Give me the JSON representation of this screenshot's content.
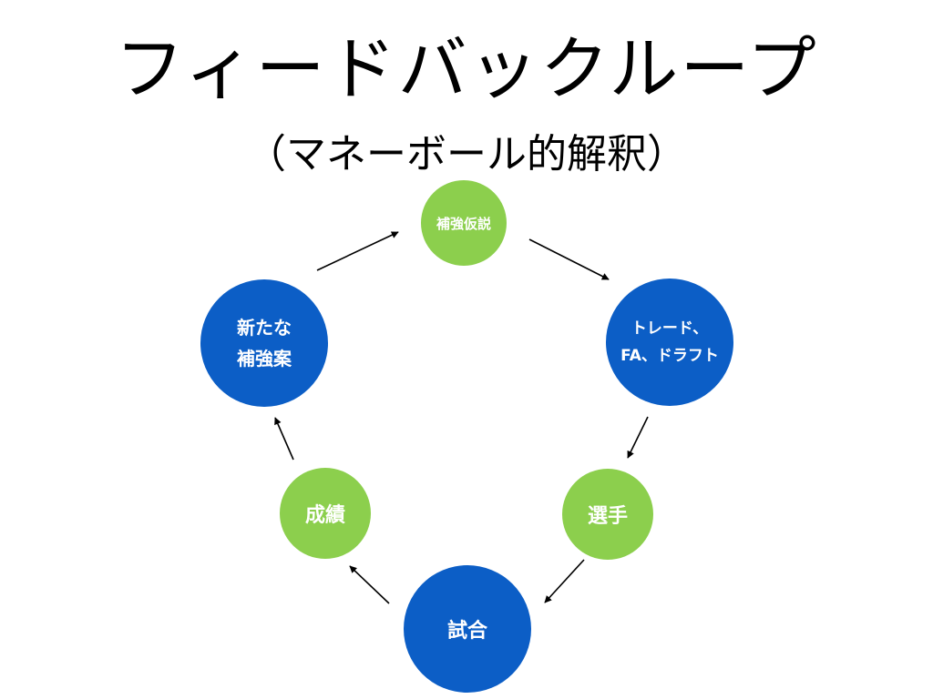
{
  "slide": {
    "title": "フィードバックループ",
    "subtitle": "（マネーボール的解釈）"
  },
  "nodes": {
    "hypothesis": {
      "label": "補強仮説",
      "color": "#8ccf4d"
    },
    "trade": {
      "label": "トレード、\nFA、ドラフト",
      "color": "#0c5ec6"
    },
    "player": {
      "label": "選手",
      "color": "#8ccf4d"
    },
    "game": {
      "label": "試合",
      "color": "#0c5ec6"
    },
    "result": {
      "label": "成績",
      "color": "#8ccf4d"
    },
    "new_plan": {
      "label": "新たな\n補強案",
      "color": "#0c5ec6"
    }
  }
}
